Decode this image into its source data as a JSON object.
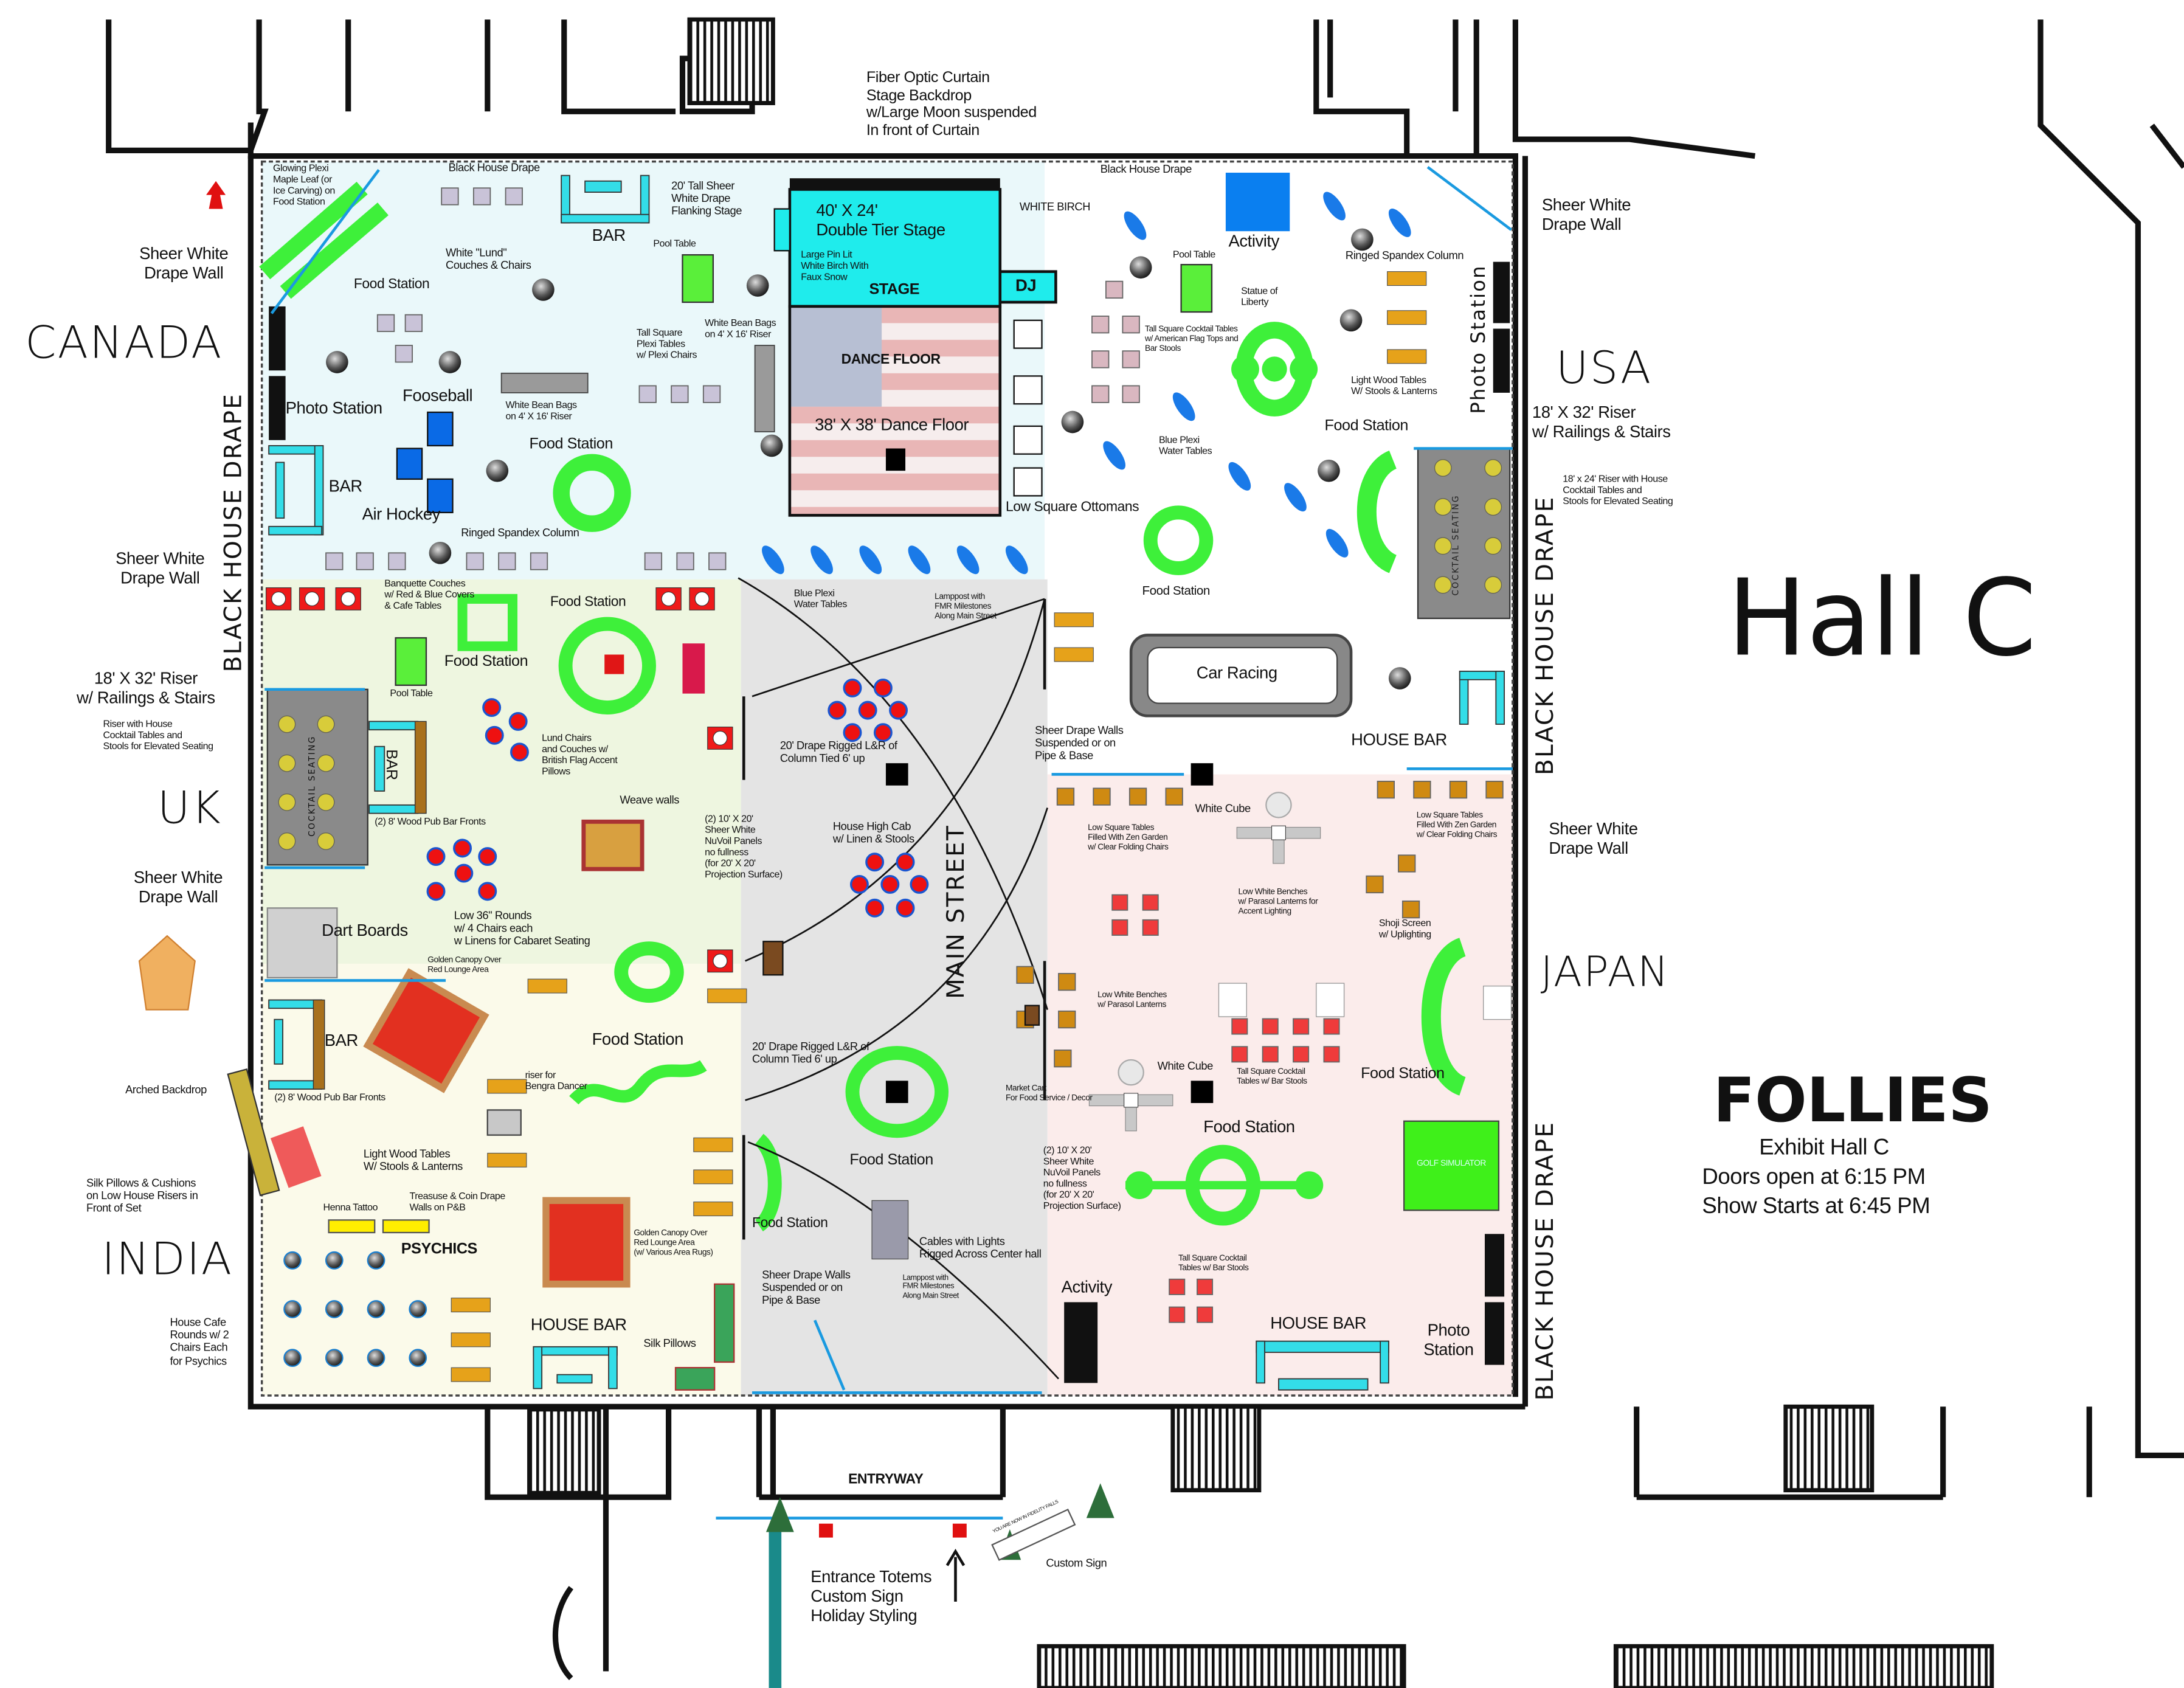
{
  "title": {
    "hall": "Hall C",
    "event": "FOLLIES",
    "venue": "Exhibit Hall C",
    "doors": "Doors open at 6:15 PM",
    "show": "Show Starts at 6:45 PM"
  },
  "zones": {
    "canada": "CANADA",
    "usa": "USA",
    "uk": "UK",
    "japan": "JAPAN",
    "india": "INDIA",
    "main_street": "MAIN STREET"
  },
  "colors": {
    "canada": "#eaf8fa",
    "uk": "#eef6e0",
    "india": "#fbfaea",
    "main_street": "#e4e4e4",
    "japan": "#fbeceb",
    "usa": "#ffffff",
    "food_station": "#3ef03a",
    "stage": "#1fecec",
    "activity": "#0a7ff0"
  },
  "outside": {
    "drape_wall_1": "Sheer White\nDrape Wall",
    "black_drape_left": "BLACK HOUSE DRAPE",
    "drape_wall_2": "Sheer White\nDrape Wall",
    "riser_left": "18' X 32' Riser\nw/ Railings & Stairs",
    "riser_left_note": "Riser with House\nCocktail Tables and\nStools for Elevated Seating",
    "drape_wall_3": "Sheer White\nDrape Wall",
    "arched_backdrop": "Arched Backdrop",
    "silk_pillows": "Silk Pillows & Cushions\non Low House Risers in\nFront of Set",
    "house_cafe": "House Cafe\nRounds w/ 2\nChairs Each\nfor Psychics",
    "fiber_optic": "Fiber Optic Curtain\nStage Backdrop\nw/Large Moon suspended\nIn front of Curtain",
    "white_birch": "WHITE BIRCH",
    "black_drape_top_right": "Black House Drape",
    "black_drape_top_left": "Black House Drape",
    "drape_wall_r1": "Sheer White\nDrape Wall",
    "riser_right": "18' X 32' Riser\nw/ Railings & Stairs",
    "riser_right_note": "18' x 24' Riser with House\nCocktail Tables and\nStools for Elevated Seating",
    "black_drape_right_1": "BLACK HOUSE DRAPE",
    "drape_wall_r2": "Sheer White\nDrape Wall",
    "black_drape_right_2": "BLACK HOUSE DRAPE"
  },
  "canada": {
    "maple_leaf": "Glowing Plexi\nMaple Leaf (or\nIce Carving) on\nFood Station",
    "bar_top": "BAR",
    "sheer_drape": "20' Tall Sheer\nWhite Drape\nFlanking Stage",
    "food_station_1": "Food Station",
    "lund": "White \"Lund\"\nCouches & Chairs",
    "pool_table": "Pool Table",
    "plexi_tables": "Tall Square\nPlexi Tables\nw/ Plexi Chairs",
    "bean_bags_1": "White Bean Bags\non 4' X 16' Riser",
    "fooseball": "Fooseball",
    "photo_station": "Photo Station",
    "bean_bags_2": "White Bean Bags\non 4' X 16' Riser",
    "food_station_2": "Food Station",
    "bar_left": "BAR",
    "air_hockey": "Air Hockey",
    "spandex": "Ringed Spandex Column",
    "banquette": "Banquette Couches\nw/ Red & Blue Covers\n& Cafe Tables"
  },
  "stage": {
    "size": "40' X 24'\nDouble Tier Stage",
    "birch": "Large Pin Lit\nWhite Birch With\nFaux Snow",
    "label": "STAGE",
    "dj": "DJ",
    "dance_floor": "DANCE  FLOOR",
    "dance_size": "38' X 38' Dance Floor",
    "ottomans": "Low Square Ottomans"
  },
  "usa": {
    "activity": "Activity",
    "pool_table": "Pool Table",
    "statue": "Statue of\nLiberty",
    "spandex": "Ringed Spandex Column",
    "flag_tables": "Tall Square Cocktail Tables\nw/ American Flag Tops and\nBar Stools",
    "wood_tables": "Light Wood Tables\nW/ Stools & Lanterns",
    "water_tables": "Blue Plexi\nWater Tables",
    "food_station_1": "Food Station",
    "photo_station": "Photo Station",
    "food_station_2": "Food Station",
    "car_racing": "Car Racing",
    "house_bar": "HOUSE BAR",
    "cocktail_seating": "COCKTAIL SEATING"
  },
  "uk": {
    "food_station_1": "Food Station",
    "food_station_2": "Food Station",
    "pool_table": "Pool Table",
    "bar": "BAR",
    "cocktail_seating": "COCKTAIL SEATING",
    "pub_fronts": "(2) 8' Wood Pub Bar Fronts",
    "lund": "Lund Chairs\nand Couches w/\nBritish Flag Accent\nPillows",
    "weave": "Weave walls",
    "nuvoil": "(2) 10' X 20'\nSheer White\nNuVoil Panels\nno fullness\n(for 20' X 20'\nProjection Surface)",
    "rounds": "Low 36\" Rounds\nw/ 4 Chairs each\nw Linens for Cabaret Seating",
    "darts": "Dart Boards"
  },
  "main_street": {
    "water_tables": "Blue Plexi\nWater Tables",
    "lamppost_1": "Lamppost with\nFMR Milestones\nAlong Main Street",
    "drape_1": "20' Drape Rigged L&R of\nColumn Tied 6' up",
    "cab": "House High Cab\nw/ Linen & Stools",
    "sheer_walls_1": "Sheer Drape Walls\nSuspended or on\nPipe & Base",
    "drape_2": "20' Drape Rigged L&R of\nColumn Tied 6' up",
    "market_cart": "Market Cart\nFor Food Service / Decor",
    "food_station_1": "Food Station",
    "nuvoil": "(2) 10' X 20'\nSheer White\nNuVoil Panels\nno fullness\n(for 20' X 20'\nProjection Surface)",
    "food_station_2": "Food Station",
    "cables": "Cables with Lights\nRigged Across Center hall",
    "sheer_walls_2": "Sheer Drape Walls\nSuspended or on\nPipe & Base",
    "lamppost_2": "Lamppost with\nFMR Milestones\nAlong Main Street"
  },
  "japan": {
    "white_cube_1": "White Cube",
    "zen_1": "Low Square Tables\nFilled With Zen Garden\nw/ Clear Folding Chairs",
    "zen_2": "Low Square Tables\nFilled With Zen Garden\nw/ Clear Folding Chairs",
    "benches_1": "Low White Benches\nw/ Parasol Lanterns for\nAccent Lighting",
    "shoji": "Shoji Screen\nw/ Uplighting",
    "benches_2": "Low White Benches\nw/ Parasol Lanterns",
    "white_cube_2": "White Cube",
    "cocktail_1": "Tall Square Cocktail\nTables w/ Bar Stools",
    "food_station_1": "Food Station",
    "food_station_2": "Food Station",
    "golf": "GOLF SIMULATOR",
    "cocktail_2": "Tall Square Cocktail\nTables w/ Bar Stools",
    "activity": "Activity",
    "house_bar": "HOUSE BAR",
    "photo_station": "Photo\nStation"
  },
  "india": {
    "canopy_1": "Golden Canopy Over\nRed Lounge Area",
    "bar": "BAR",
    "food_station": "Food Station",
    "pub_fronts": "(2) 8' Wood Pub Bar Fronts",
    "riser": "riser for\nBengra Dancer",
    "wood_tables": "Light Wood Tables\nW/ Stools & Lanterns",
    "treasure": "Treasuse & Coin Drape\nWalls on P&B",
    "henna": "Henna Tattoo",
    "psychics": "PSYCHICS",
    "canopy_2": "Golden Canopy Over\nRed Lounge Area\n(w/ Various Area Rugs)",
    "house_bar": "HOUSE BAR",
    "silk": "Silk Pillows"
  },
  "entry": {
    "entryway": "ENTRYWAY",
    "totems": "Entrance Totems\nCustom Sign\nHoliday Styling",
    "custom_sign": "Custom Sign",
    "sign_text": "YOU ARE NOW IN FIDELITY FALLS"
  }
}
